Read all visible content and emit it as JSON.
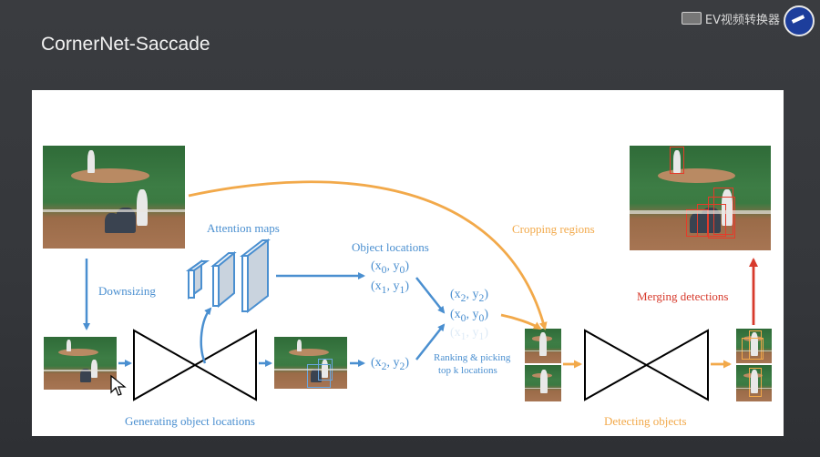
{
  "slide": {
    "title": "CornerNet-Saccade"
  },
  "watermark": {
    "text": "EV视频转换器"
  },
  "labels": {
    "downsizing": "Downsizing",
    "attention_maps": "Attention maps",
    "object_locations": "Object locations",
    "cropping_regions": "Cropping regions",
    "merging_detections": "Merging detections",
    "generating_object_locations": "Generating object locations",
    "detecting_objects": "Detecting objects",
    "ranking_line1": "Ranking & picking",
    "ranking_line2": "top k locations"
  },
  "coords": {
    "loc_list": [
      "(x",
      "0",
      ", y",
      "0",
      ")"
    ],
    "loc_list_2": [
      "(x",
      "1",
      ", y",
      "1",
      ")"
    ],
    "lower": [
      "(x",
      "2",
      ", y",
      "2",
      ")"
    ],
    "ranked_1": [
      "(x",
      "2",
      ", y",
      "2",
      ")"
    ],
    "ranked_2": [
      "(x",
      "0",
      ", y",
      "0",
      ")"
    ],
    "ranked_3": [
      "(x",
      "1",
      ", y",
      "1",
      ")"
    ]
  },
  "colors": {
    "blue_arrow": "#4a8fd0",
    "orange_arrow": "#f2a94a",
    "red_arrow": "#d73a2c",
    "detect_box": "#e53b2a",
    "attention_box": "#6aa7e0",
    "crop_box": "#f2a94a"
  }
}
